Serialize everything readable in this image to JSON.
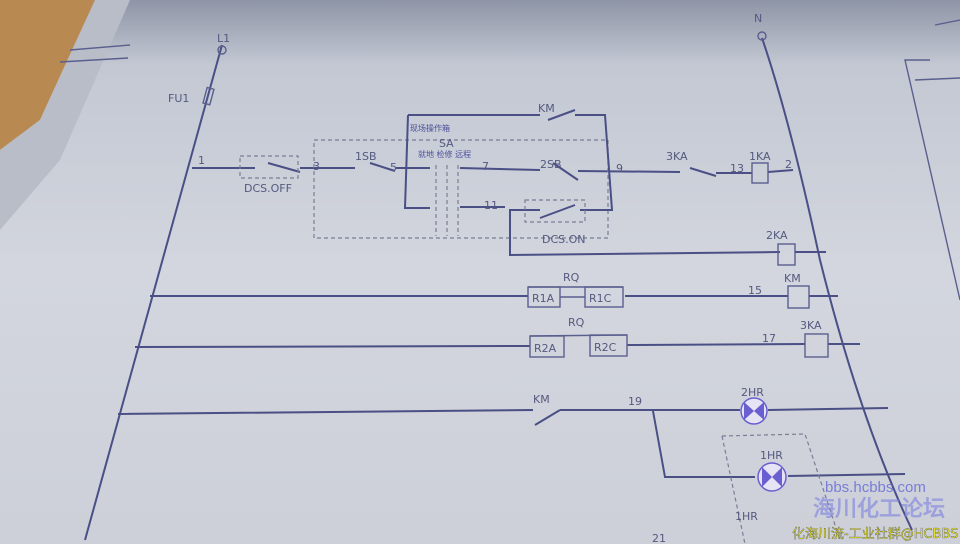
{
  "labels": {
    "l1": "L1",
    "n": "N",
    "fu1": "FU1",
    "w1": "1",
    "dcs_off": "DCS.OFF",
    "w3": "3",
    "sb1": "1SB",
    "w5": "5",
    "box_title": "现场操作箱",
    "sa": "SA",
    "sa_modes": "就地 检修 远程",
    "w7": "7",
    "sb2": "2SB",
    "w9": "9",
    "ka3_contact": "3KA",
    "w13": "13",
    "ka1": "1KA",
    "w2": "2",
    "w11": "11",
    "dcs_on": "DCS.ON",
    "km_top": "KM",
    "ka2": "2KA",
    "rq1": "RQ",
    "r1a": "R1A",
    "r1c": "R1C",
    "w15": "15",
    "km_coil": "KM",
    "rq2": "RQ",
    "r2a": "R2A",
    "r2c": "R2C",
    "w17": "17",
    "ka3_coil": "3KA",
    "km_contact": "KM",
    "w19": "19",
    "hr2": "2HR",
    "hr1": "1HR",
    "w21": "21",
    "hr_bottom": "1HR"
  },
  "watermark": {
    "url": "bbs.hcbbs.com",
    "forum": "海川化工论坛",
    "community": "化海川流-工业社群@HCBBS"
  }
}
